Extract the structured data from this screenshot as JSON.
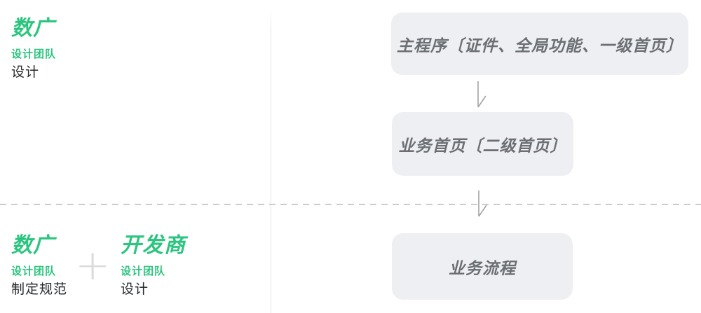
{
  "colors": {
    "accent_green": "#2bc57f",
    "box_background": "#eeeff2",
    "box_text_gray": "#6b6f74",
    "dark_text": "#26282b",
    "plus_gray": "#dadada",
    "arrow_gray": "#a3a3a3",
    "divider_gray": "#e4e5e7",
    "dashed_line_gray": "#cbcbcb"
  },
  "top_left_group": {
    "team_name": "数广",
    "team_type": "设计团队",
    "responsibility": "设计"
  },
  "bottom_left_group": {
    "first_team": {
      "team_name": "数广",
      "team_type": "设计团队",
      "responsibility": "制定规范"
    },
    "plus_sign": "+",
    "second_team": {
      "team_name": "开发商",
      "team_type": "设计团队",
      "responsibility": "设计"
    }
  },
  "flow": {
    "nodes": [
      {
        "label": "主程序〔证件、全局功能、一级首页〕"
      },
      {
        "label": "业务首页〔二级首页〕"
      },
      {
        "label": "业务流程"
      }
    ],
    "connectors": [
      "arrow-down-icon",
      "arrow-down-icon"
    ]
  }
}
